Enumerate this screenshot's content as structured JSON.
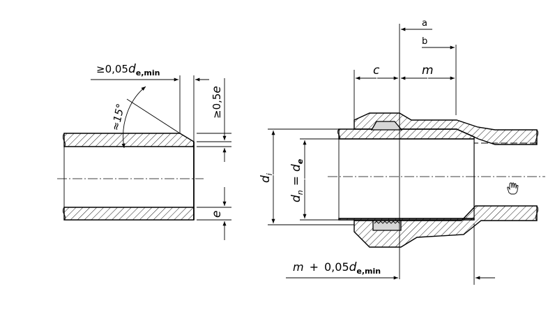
{
  "labels": {
    "chamfer_length": "≥0,05",
    "chamfer_length_var": "d",
    "chamfer_length_sub": "e,min",
    "chamfer_depth": "≥0,5",
    "chamfer_depth_var": "e",
    "angle": "≈15°",
    "wall": "e",
    "c": "c",
    "m": "m",
    "a": "a",
    "b": "b",
    "di": "d",
    "di_sub": "i",
    "dn_de_1": "d",
    "dn_de_1_sub": "n",
    "dn_de_eq": "=",
    "dn_de_2": "d",
    "dn_de_2_sub": "e",
    "bottom_m": "m",
    "bottom_plus": "+",
    "bottom_coef": "0,05",
    "bottom_var": "d",
    "bottom_sub": "e,min"
  }
}
